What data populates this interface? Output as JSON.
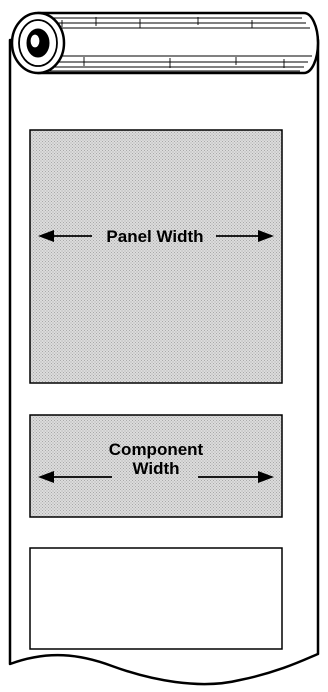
{
  "labels": {
    "panel_width": "Panel Width",
    "component_width_line1": "Component",
    "component_width_line2": "Width"
  },
  "colors": {
    "outline": "#000000",
    "paper": "#ffffff",
    "stipple_fill": "#dcdcdc",
    "stipple_dot": "#a9a9a9"
  },
  "icons": {
    "roll": "roll-icon",
    "arrow_left": "arrow-left-icon",
    "arrow_right": "arrow-right-icon"
  }
}
